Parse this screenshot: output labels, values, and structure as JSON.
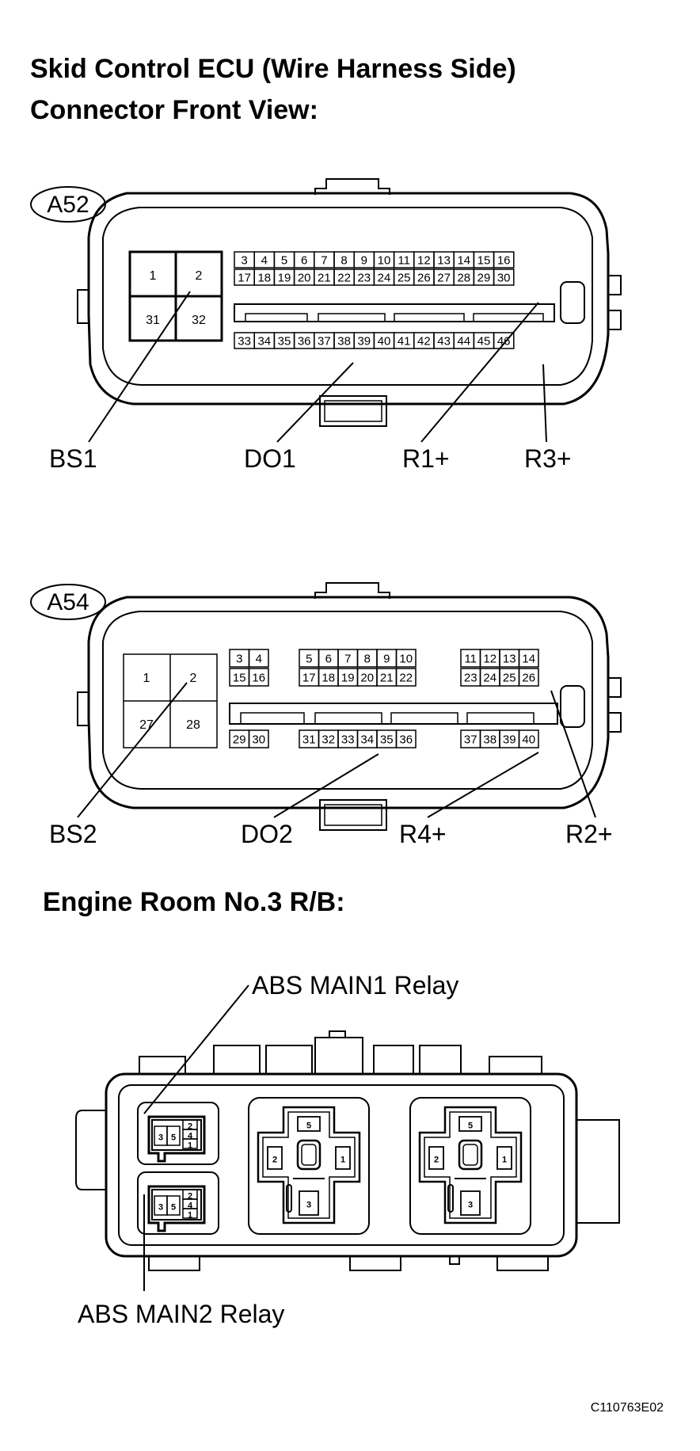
{
  "title_line1": "Skid Control ECU (Wire Harness Side)",
  "title_line2": "Connector Front View:",
  "conn_a52": {
    "tag": "A52",
    "big_pins": [
      "1",
      "2",
      "31",
      "32"
    ],
    "row1": [
      "3",
      "4",
      "5",
      "6",
      "7",
      "8",
      "9",
      "10",
      "11",
      "12",
      "13",
      "14",
      "15",
      "16"
    ],
    "row2": [
      "17",
      "18",
      "19",
      "20",
      "21",
      "22",
      "23",
      "24",
      "25",
      "26",
      "27",
      "28",
      "29",
      "30"
    ],
    "row3": [
      "33",
      "34",
      "35",
      "36",
      "37",
      "38",
      "39",
      "40",
      "41",
      "42",
      "43",
      "44",
      "45",
      "46"
    ],
    "labels": [
      "BS1",
      "DO1",
      "R1+",
      "R3+"
    ]
  },
  "conn_a54": {
    "tag": "A54",
    "big_pins": [
      "1",
      "2",
      "27",
      "28"
    ],
    "row1": [
      "3",
      "4",
      "5",
      "6",
      "7",
      "8",
      "9",
      "10",
      "11",
      "12",
      "13",
      "14"
    ],
    "row2": [
      "15",
      "16",
      "17",
      "18",
      "19",
      "20",
      "21",
      "22",
      "23",
      "24",
      "25",
      "26"
    ],
    "row3": [
      "29",
      "30",
      "31",
      "32",
      "33",
      "34",
      "35",
      "36",
      "37",
      "38",
      "39",
      "40"
    ],
    "labels": [
      "BS2",
      "DO2",
      "R4+",
      "R2+"
    ]
  },
  "section2_title": "Engine Room No.3 R/B:",
  "relay_labels": [
    "ABS MAIN1 Relay",
    "ABS MAIN2 Relay"
  ],
  "small_relay_pins": [
    "3",
    "5",
    "2",
    "4",
    "1"
  ],
  "large_relay_pins": [
    "5",
    "2",
    "1",
    "3"
  ],
  "figure_code": "C110763E02"
}
